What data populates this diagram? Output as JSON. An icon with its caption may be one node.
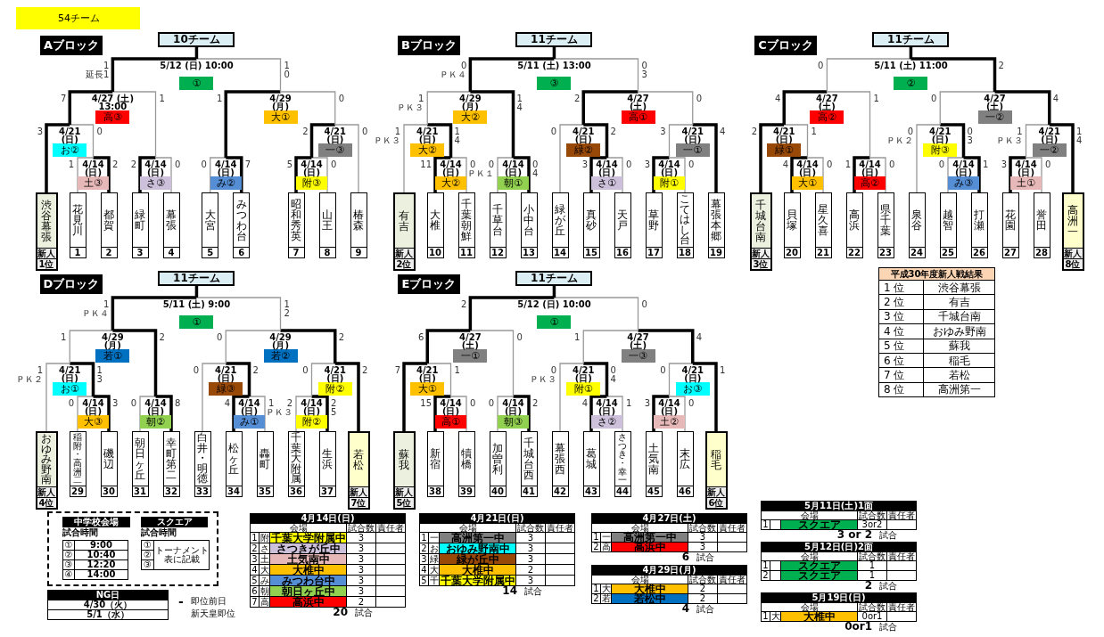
{
  "diagram": {
    "nodes": [
      {
        "text": [
          "54チーム"
        ]
      },
      {
        "text": [
          "Aブロック"
        ]
      },
      {
        "text": [
          "10チーム"
        ]
      },
      {
        "text": [
          "5/12 (日) 10:00",
          "①"
        ]
      },
      {
        "text": [
          "4/27 (土) 13:00",
          "高③"
        ]
      },
      {
        "text": [
          "4/29 (月)",
          "大①"
        ]
      },
      {
        "text": [
          "4/21 (日)",
          "お②"
        ]
      },
      {
        "text": [
          "4/21 (日)",
          "一③"
        ]
      },
      {
        "text": [
          "4/14 (日)",
          "土③"
        ]
      },
      {
        "text": [
          "4/14 (日)",
          "さ③"
        ]
      },
      {
        "text": [
          "4/14 (日)",
          "み②"
        ]
      },
      {
        "text": [
          "4/14 (日)",
          "附③"
        ]
      },
      {
        "text": [
          "渋谷幕張",
          "新人",
          "1位"
        ]
      },
      {
        "text": [
          "花見川",
          "1"
        ]
      },
      {
        "text": [
          "都賀",
          "2"
        ]
      },
      {
        "text": [
          "緑町",
          "3"
        ]
      },
      {
        "text": [
          "幕張",
          "4"
        ]
      },
      {
        "text": [
          "大宮",
          "5"
        ]
      },
      {
        "text": [
          "みつわ台",
          "6"
        ]
      },
      {
        "text": [
          "昭和秀英",
          "7"
        ]
      },
      {
        "text": [
          "山王",
          "8"
        ]
      },
      {
        "text": [
          "椿森",
          "9"
        ]
      },
      {
        "text": [
          "Bブロック"
        ]
      },
      {
        "text": [
          "11チーム"
        ]
      },
      {
        "text": [
          "5/11 (土) 13:00",
          "③"
        ]
      },
      {
        "text": [
          "4/29 (月)",
          "大②"
        ]
      },
      {
        "text": [
          "4/27 (土)",
          "高①"
        ]
      },
      {
        "text": [
          "4/21 (日)",
          "大②"
        ]
      },
      {
        "text": [
          "4/21 (日)",
          "緑②"
        ]
      },
      {
        "text": [
          "4/21 (日)",
          "一①"
        ]
      },
      {
        "text": [
          "4/14 (日)",
          "大②"
        ]
      },
      {
        "text": [
          "4/14 (日)",
          "朝①"
        ]
      },
      {
        "text": [
          "4/14 (日)",
          "さ①"
        ]
      },
      {
        "text": [
          "4/14 (日)",
          "附①"
        ]
      },
      {
        "text": [
          "有吉",
          "新人",
          "2位"
        ]
      },
      {
        "text": [
          "大椎",
          "10"
        ]
      },
      {
        "text": [
          "千葉朝鮮",
          "11"
        ]
      },
      {
        "text": [
          "千草台",
          "12"
        ]
      },
      {
        "text": [
          "小中台",
          "13"
        ]
      },
      {
        "text": [
          "緑が丘",
          "14"
        ]
      },
      {
        "text": [
          "真砂",
          "15"
        ]
      },
      {
        "text": [
          "天戸",
          "16"
        ]
      },
      {
        "text": [
          "草野",
          "17"
        ]
      },
      {
        "text": [
          "こてはし台",
          "18"
        ]
      },
      {
        "text": [
          "幕張本郷",
          "19"
        ]
      },
      {
        "text": [
          "Cブロック"
        ]
      },
      {
        "text": [
          "11チーム"
        ]
      },
      {
        "text": [
          "5/11 (土) 11:00",
          "②"
        ]
      },
      {
        "text": [
          "4/27 (土)",
          "高②"
        ]
      },
      {
        "text": [
          "4/27 (土)",
          "一②"
        ]
      },
      {
        "text": [
          "4/21 (日)",
          "緑①"
        ]
      },
      {
        "text": [
          "4/21 (日)",
          "附③"
        ]
      },
      {
        "text": [
          "4/21 (日)",
          "一②"
        ]
      },
      {
        "text": [
          "4/14 (日)",
          "大①"
        ]
      },
      {
        "text": [
          "4/14 (日)",
          "高②"
        ]
      },
      {
        "text": [
          "4/14 (日)",
          "み③"
        ]
      },
      {
        "text": [
          "4/14 (日)",
          "土①"
        ]
      },
      {
        "text": [
          "千城台南",
          "新人",
          "3位"
        ]
      },
      {
        "text": [
          "貝塚",
          "20"
        ]
      },
      {
        "text": [
          "星久喜",
          "21"
        ]
      },
      {
        "text": [
          "高浜",
          "22"
        ]
      },
      {
        "text": [
          "県千葉",
          "23"
        ]
      },
      {
        "text": [
          "泉谷",
          "24"
        ]
      },
      {
        "text": [
          "越智",
          "25"
        ]
      },
      {
        "text": [
          "打瀬",
          "26"
        ]
      },
      {
        "text": [
          "花園",
          "27"
        ]
      },
      {
        "text": [
          "誉田",
          "28"
        ]
      },
      {
        "text": [
          "高洲一",
          "新人",
          "8位"
        ]
      },
      {
        "text": [
          "Dブロック"
        ]
      },
      {
        "text": [
          "11チーム"
        ]
      },
      {
        "text": [
          "5/11 (土) 9:00",
          "①"
        ]
      },
      {
        "text": [
          "4/29 (月)",
          "若①"
        ]
      },
      {
        "text": [
          "4/29 (月)",
          "若②"
        ]
      },
      {
        "text": [
          "4/21 (日)",
          "お①"
        ]
      },
      {
        "text": [
          "4/21 (日)",
          "緑③"
        ]
      },
      {
        "text": [
          "4/21 (日)",
          "附②"
        ]
      },
      {
        "text": [
          "4/14 (日)",
          "大③"
        ]
      },
      {
        "text": [
          "4/14 (日)",
          "朝②"
        ]
      },
      {
        "text": [
          "4/14 (日)",
          "み①"
        ]
      },
      {
        "text": [
          "4/14 (日)",
          "附②"
        ]
      },
      {
        "text": [
          "おゆみ野南",
          "新人",
          "4位"
        ]
      },
      {
        "text": [
          "稲附・高洲二",
          "29"
        ]
      },
      {
        "text": [
          "磯辺",
          "30"
        ]
      },
      {
        "text": [
          "朝日ヶ丘",
          "31"
        ]
      },
      {
        "text": [
          "幸町第二",
          "32"
        ]
      },
      {
        "text": [
          "白井・明徳",
          "33"
        ]
      },
      {
        "text": [
          "松ヶ丘",
          "34"
        ]
      },
      {
        "text": [
          "轟町",
          "35"
        ]
      },
      {
        "text": [
          "千葉大附属",
          "36"
        ]
      },
      {
        "text": [
          "生浜",
          "37"
        ]
      },
      {
        "text": [
          "若松",
          "新人",
          "7位"
        ]
      },
      {
        "text": [
          "Eブロック"
        ]
      },
      {
        "text": [
          "11チーム"
        ]
      },
      {
        "text": [
          "5/12 (日) 10:00",
          "①"
        ]
      },
      {
        "text": [
          "4/27 (土)",
          "一①"
        ]
      },
      {
        "text": [
          "4/27 (土)",
          "一③"
        ]
      },
      {
        "text": [
          "4/21 (日)",
          "大①"
        ]
      },
      {
        "text": [
          "4/21 (日)",
          "附①"
        ]
      },
      {
        "text": [
          "4/21 (日)",
          "お③"
        ]
      },
      {
        "text": [
          "4/14 (日)",
          "高①"
        ]
      },
      {
        "text": [
          "4/14 (日)",
          "朝③"
        ]
      },
      {
        "text": [
          "4/14 (日)",
          "さ②"
        ]
      },
      {
        "text": [
          "4/14 (日)",
          "土②"
        ]
      },
      {
        "text": [
          "蘇我",
          "新人",
          "5位"
        ]
      },
      {
        "text": [
          "新宿",
          "38"
        ]
      },
      {
        "text": [
          "犢橋",
          "39"
        ]
      },
      {
        "text": [
          "加曽利",
          "40"
        ]
      },
      {
        "text": [
          "千城台西",
          "41"
        ]
      },
      {
        "text": [
          "幕張西",
          "42"
        ]
      },
      {
        "text": [
          "葛城",
          "43"
        ]
      },
      {
        "text": [
          "さつき・幸一",
          "44"
        ]
      },
      {
        "text": [
          "土気南",
          "45"
        ]
      },
      {
        "text": [
          "末広",
          "46"
        ]
      },
      {
        "text": [
          "稲毛",
          "新人",
          "6位"
        ]
      }
    ],
    "edges": [
      {
        "from": 13,
        "to": 8,
        "arrow": "none",
        "label": "1",
        "color": "#999999"
      },
      {
        "from": 14,
        "to": 8,
        "arrow": "none",
        "label": "2"
      },
      {
        "from": 15,
        "to": 9,
        "arrow": "none",
        "label": "2"
      },
      {
        "from": 16,
        "to": 9,
        "arrow": "none",
        "label": "0",
        "color": "#999999"
      },
      {
        "from": 17,
        "to": 10,
        "arrow": "none",
        "label": "0",
        "color": "#999999"
      },
      {
        "from": 18,
        "to": 10,
        "arrow": "none",
        "label": "7"
      },
      {
        "from": 19,
        "to": 11,
        "arrow": "none",
        "label": "5"
      },
      {
        "from": 20,
        "to": 11,
        "arrow": "none",
        "label": "0",
        "color": "#999999"
      },
      {
        "from": 12,
        "to": 6,
        "arrow": "none",
        "label": "3"
      },
      {
        "from": 8,
        "to": 6,
        "arrow": "none",
        "label": "0",
        "color": "#999999"
      },
      {
        "from": 11,
        "to": 7,
        "arrow": "none",
        "label": "2"
      },
      {
        "from": 21,
        "to": 7,
        "arrow": "none",
        "label": "0",
        "color": "#999999"
      },
      {
        "from": 6,
        "to": 4,
        "arrow": "none",
        "label": "7"
      },
      {
        "from": 9,
        "to": 4,
        "arrow": "none",
        "label": "1",
        "color": "#999999"
      },
      {
        "from": 10,
        "to": 5,
        "arrow": "none",
        "label": "1"
      },
      {
        "from": 7,
        "to": 5,
        "arrow": "none",
        "label": "0",
        "color": "#999999"
      },
      {
        "from": 4,
        "to": 3,
        "arrow": "none",
        "label": "1 延長1"
      },
      {
        "from": 5,
        "to": 3,
        "arrow": "none",
        "label": "1 0",
        "color": "#999999"
      },
      {
        "from": 3,
        "to": 2,
        "arrow": "none"
      },
      {
        "from": 35,
        "to": 30,
        "arrow": "none",
        "label": "11"
      },
      {
        "from": 36,
        "to": 30,
        "arrow": "none",
        "label": "0",
        "color": "#999999"
      },
      {
        "from": 37,
        "to": 31,
        "arrow": "none",
        "label": "0 ＰＫ１",
        "color": "#999999"
      },
      {
        "from": 38,
        "to": 31,
        "arrow": "none",
        "label": "0 4"
      },
      {
        "from": 40,
        "to": 32,
        "arrow": "none",
        "label": "3"
      },
      {
        "from": 41,
        "to": 32,
        "arrow": "none",
        "label": "0",
        "color": "#999999"
      },
      {
        "from": 42,
        "to": 33,
        "arrow": "none",
        "label": "3"
      },
      {
        "from": 43,
        "to": 33,
        "arrow": "none",
        "label": "0",
        "color": "#999999"
      },
      {
        "from": 34,
        "to": 27,
        "arrow": "none",
        "label": "1 ＰＫ３",
        "color": "#999999"
      },
      {
        "from": 30,
        "to": 27,
        "arrow": "none",
        "label": "1 4"
      },
      {
        "from": 39,
        "to": 28,
        "arrow": "none",
        "label": "0",
        "color": "#999999"
      },
      {
        "from": 32,
        "to": 28,
        "arrow": "none",
        "label": "2"
      },
      {
        "from": 33,
        "to": 29,
        "arrow": "none",
        "label": "3",
        "color": "#999999"
      },
      {
        "from": 44,
        "to": 29,
        "arrow": "none",
        "label": "4"
      },
      {
        "from": 27,
        "to": 25,
        "arrow": "none",
        "label": "1 ＰＫ３",
        "color": "#999999"
      },
      {
        "from": 31,
        "to": 25,
        "arrow": "none",
        "label": "1 4"
      },
      {
        "from": 28,
        "to": 26,
        "arrow": "none",
        "label": "2"
      },
      {
        "from": 29,
        "to": 26,
        "arrow": "none",
        "label": "0",
        "color": "#999999"
      },
      {
        "from": 25,
        "to": 24,
        "arrow": "none",
        "label": "0 ＰＫ４"
      },
      {
        "from": 26,
        "to": 24,
        "arrow": "none",
        "label": "0 3",
        "color": "#999999"
      },
      {
        "from": 24,
        "to": 23,
        "arrow": "none"
      },
      {
        "from": 58,
        "to": 53,
        "arrow": "none",
        "label": "4"
      },
      {
        "from": 59,
        "to": 53,
        "arrow": "none",
        "label": "0",
        "color": "#999999"
      },
      {
        "from": 60,
        "to": 54,
        "arrow": "none",
        "label": "1"
      },
      {
        "from": 61,
        "to": 54,
        "arrow": "none",
        "label": "0",
        "color": "#999999"
      },
      {
        "from": 63,
        "to": 55,
        "arrow": "none",
        "label": "0",
        "color": "#999999"
      },
      {
        "from": 64,
        "to": 55,
        "arrow": "none",
        "label": "1"
      },
      {
        "from": 65,
        "to": 56,
        "arrow": "none",
        "label": "3"
      },
      {
        "from": 66,
        "to": 56,
        "arrow": "none",
        "label": "0",
        "color": "#999999"
      },
      {
        "from": 57,
        "to": 50,
        "arrow": "none",
        "label": "2"
      },
      {
        "from": 53,
        "to": 50,
        "arrow": "none",
        "label": "1",
        "color": "#999999"
      },
      {
        "from": 62,
        "to": 51,
        "arrow": "none",
        "label": "0 ＰＫ２",
        "color": "#999999"
      },
      {
        "from": 55,
        "to": 51,
        "arrow": "none",
        "label": "0 3"
      },
      {
        "from": 56,
        "to": 52,
        "arrow": "none",
        "label": "1 ＰＫ３",
        "color": "#999999"
      },
      {
        "from": 67,
        "to": 52,
        "arrow": "none",
        "label": "1 4"
      },
      {
        "from": 50,
        "to": 48,
        "arrow": "none",
        "label": "4"
      },
      {
        "from": 54,
        "to": 48,
        "arrow": "none",
        "label": "1",
        "color": "#999999"
      },
      {
        "from": 51,
        "to": 49,
        "arrow": "none",
        "label": "0",
        "color": "#999999"
      },
      {
        "from": 52,
        "to": 49,
        "arrow": "none",
        "label": "4"
      },
      {
        "from": 48,
        "to": 47,
        "arrow": "none",
        "label": "0",
        "color": "#999999"
      },
      {
        "from": 49,
        "to": 47,
        "arrow": "none",
        "label": "2"
      },
      {
        "from": 47,
        "to": 46,
        "arrow": "none"
      },
      {
        "from": 81,
        "to": 76,
        "arrow": "none",
        "label": "0",
        "color": "#999999"
      },
      {
        "from": 82,
        "to": 76,
        "arrow": "none",
        "label": "3"
      },
      {
        "from": 83,
        "to": 77,
        "arrow": "none",
        "label": "0",
        "color": "#999999"
      },
      {
        "from": 84,
        "to": 77,
        "arrow": "none",
        "label": "8"
      },
      {
        "from": 86,
        "to": 78,
        "arrow": "none",
        "label": "4"
      },
      {
        "from": 87,
        "to": 78,
        "arrow": "none",
        "label": "1",
        "color": "#999999"
      },
      {
        "from": 88,
        "to": 79,
        "arrow": "none",
        "label": "2 ＰＫ３",
        "color": "#999999"
      },
      {
        "from": 89,
        "to": 79,
        "arrow": "none",
        "label": "2 5"
      },
      {
        "from": 80,
        "to": 73,
        "arrow": "none",
        "label": "1 ＰＫ２",
        "color": "#999999"
      },
      {
        "from": 76,
        "to": 73,
        "arrow": "none",
        "label": "1 3"
      },
      {
        "from": 85,
        "to": 74,
        "arrow": "none",
        "label": "0",
        "color": "#999999"
      },
      {
        "from": 78,
        "to": 74,
        "arrow": "none",
        "label": "2"
      },
      {
        "from": 79,
        "to": 75,
        "arrow": "none",
        "label": "0",
        "color": "#999999"
      },
      {
        "from": 90,
        "to": 75,
        "arrow": "none",
        "label": "2"
      },
      {
        "from": 73,
        "to": 71,
        "arrow": "none",
        "label": "1",
        "color": "#999999"
      },
      {
        "from": 77,
        "to": 71,
        "arrow": "none",
        "label": "2"
      },
      {
        "from": 74,
        "to": 72,
        "arrow": "none",
        "label": "0",
        "color": "#999999"
      },
      {
        "from": 75,
        "to": 72,
        "arrow": "none",
        "label": "2"
      },
      {
        "from": 71,
        "to": 70,
        "arrow": "none",
        "label": "1 ＰＫ４"
      },
      {
        "from": 72,
        "to": 70,
        "arrow": "none",
        "label": "1 2",
        "color": "#999999"
      },
      {
        "from": 70,
        "to": 69,
        "arrow": "none"
      },
      {
        "from": 104,
        "to": 99,
        "arrow": "none",
        "label": "15"
      },
      {
        "from": 105,
        "to": 99,
        "arrow": "none",
        "label": "0",
        "color": "#999999"
      },
      {
        "from": 106,
        "to": 100,
        "arrow": "none",
        "label": "0",
        "color": "#999999"
      },
      {
        "from": 107,
        "to": 100,
        "arrow": "none",
        "label": "2"
      },
      {
        "from": 109,
        "to": 101,
        "arrow": "none",
        "label": "4"
      },
      {
        "from": 110,
        "to": 101,
        "arrow": "none",
        "label": "1",
        "color": "#999999"
      },
      {
        "from": 111,
        "to": 102,
        "arrow": "none",
        "label": "3"
      },
      {
        "from": 112,
        "to": 102,
        "arrow": "none",
        "label": "0",
        "color": "#999999"
      },
      {
        "from": 103,
        "to": 96,
        "arrow": "none",
        "label": "7"
      },
      {
        "from": 99,
        "to": 96,
        "arrow": "none",
        "label": "1",
        "color": "#999999"
      },
      {
        "from": 108,
        "to": 97,
        "arrow": "none",
        "label": "0 ＰＫ３",
        "color": "#999999"
      },
      {
        "from": 101,
        "to": 97,
        "arrow": "none",
        "label": "0 4"
      },
      {
        "from": 102,
        "to": 98,
        "arrow": "none",
        "label": "0",
        "color": "#999999"
      },
      {
        "from": 113,
        "to": 98,
        "arrow": "none",
        "label": "1"
      },
      {
        "from": 96,
        "to": 94,
        "arrow": "none",
        "label": "6"
      },
      {
        "from": 100,
        "to": 94,
        "arrow": "none",
        "label": "0",
        "color": "#999999"
      },
      {
        "from": 97,
        "to": 95,
        "arrow": "none",
        "label": "1",
        "color": "#999999"
      },
      {
        "from": 98,
        "to": 95,
        "arrow": "none",
        "label": "4"
      },
      {
        "from": 94,
        "to": 93,
        "arrow": "none",
        "label": "2"
      },
      {
        "from": 95,
        "to": 93,
        "arrow": "none",
        "label": "0",
        "color": "#999999"
      },
      {
        "from": 93,
        "to": 92,
        "arrow": "none"
      }
    ],
    "labels": [
      "平成30年度新人戦結果",
      "1 位",
      "渋谷幕張",
      "2 位",
      "有吉",
      "3 位",
      "千城台南",
      "4 位",
      "おゆみ野南",
      "5 位",
      "蘇我",
      "6 位",
      "稲毛",
      "7 位",
      "若松",
      "8 位",
      "高洲第一",
      "中学校会場",
      "試合時間",
      "①",
      "9:00",
      "②",
      "10:40",
      "③",
      "12:20",
      "④",
      "14:00",
      "スクエア",
      "試合時間",
      "①",
      "②",
      "③",
      "トーナメント表に記載",
      "NG日",
      "4/30（火）",
      "5/1（水）",
      "-",
      "即位前日",
      "新天皇即位",
      "4月14日(日)",
      "会場",
      "試合数",
      "責任者",
      "1",
      "附",
      "千葉大学附属中",
      "3",
      "2",
      "さ",
      "さつきが丘中",
      "3",
      "3",
      "土",
      "土気南中",
      "3",
      "4",
      "大",
      "大椎中",
      "3",
      "5",
      "み",
      "みつわ台中",
      "3",
      "6",
      "朝",
      "朝日ヶ丘中",
      "3",
      "7",
      "高",
      "高浜中",
      "2",
      "20",
      "試合",
      "4月21日(日)",
      "会場",
      "試合数",
      "責任者",
      "1",
      "一",
      "高洲第一中",
      "3",
      "2",
      "お",
      "おゆみ野南中",
      "3",
      "3",
      "緑",
      "緑が丘中",
      "3",
      "4",
      "大",
      "大椎中",
      "2",
      "5",
      "千",
      "千葉大学附属中",
      "3",
      "14",
      "試合",
      "4月27日(土)",
      "会場",
      "試合数",
      "責任者",
      "1",
      "一",
      "高洲第一中",
      "3",
      "2",
      "高",
      "高浜中",
      "3",
      "6",
      "試合",
      "4月29日(月)",
      "会場",
      "試合数",
      "責任者",
      "1",
      "大",
      "大椎中",
      "2",
      "2",
      "若",
      "若松中",
      "2",
      "4",
      "試合",
      "5月11日(土)1面",
      "会場",
      "試合数",
      "責任者",
      "1",
      "スクエア",
      "3or2",
      "3 or 2",
      "試合",
      "5月12日(日)2面",
      "会場",
      "試合数",
      "責任者",
      "1",
      "スクエア",
      "1",
      "2",
      "スクエア",
      "1",
      "2",
      "試合",
      "5月19日(日)",
      "会場",
      "試合数",
      "責任者",
      "1",
      "大",
      "大椎中",
      "0or1",
      "0or1",
      "試合"
    ]
  }
}
